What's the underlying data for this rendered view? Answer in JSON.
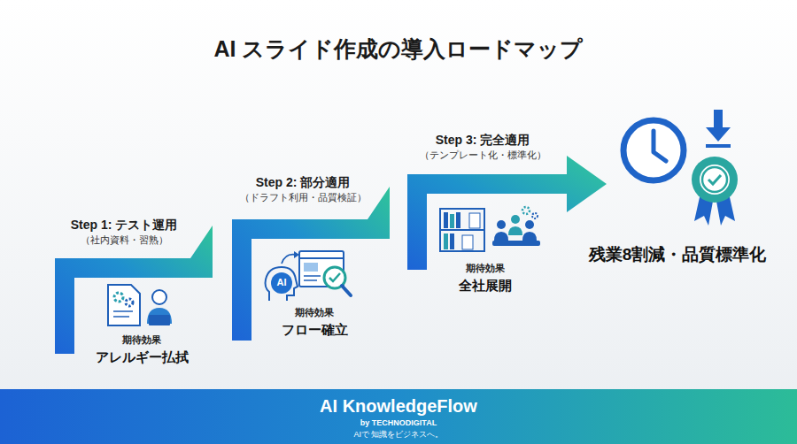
{
  "diagram": {
    "title": "AI スライド作成の導入ロードマップ",
    "nodes": [
      {
        "text": [
          "Step 1: テスト運用",
          "（社内資料・習熟）",
          "期待効果",
          "アレルギー払拭"
        ]
      },
      {
        "text": [
          "Step 2: 部分適用",
          "（ドラフト利用・品質検証）",
          "期待効果",
          "フロー確立"
        ]
      },
      {
        "text": [
          "Step 3: 完全適用",
          "（テンプレート化・標準化）",
          "期待効果",
          "全社展開"
        ]
      },
      {
        "text": [
          "残業8割減・品質標準化"
        ]
      },
      {
        "text": [
          "AI KnowledgeFlow",
          "by TECHNODIGITAL",
          "AIで 知識をビジネスへ。"
        ]
      }
    ],
    "labels": [
      "AI"
    ]
  }
}
